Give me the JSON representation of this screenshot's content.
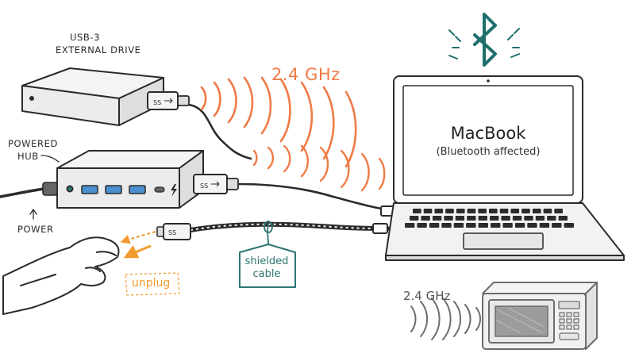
{
  "labels": {
    "drive_line1": "USB-3",
    "drive_line2": "EXTERNAL DRIVE",
    "hub_line1": "POWERED",
    "hub_line2": "HUB",
    "power": "POWER",
    "freq_wifi": "2.4 GHz",
    "laptop_name": "MacBook",
    "laptop_note": "(Bluetooth affected)",
    "tag_line1": "shielded",
    "tag_line2": "cable",
    "unplug": "unplug",
    "freq_microwave": "2.4 GHz"
  },
  "port_labels": {
    "drive_plug": "SS",
    "hub_plug": "SS",
    "cable_plug": "SS"
  },
  "colors": {
    "ink": "#2b2b2b",
    "signal_orange": "#f07a45",
    "bluetooth_teal": "#1f6f6c",
    "usb_blue": "#4a8fd0",
    "tag_teal": "#2c7573",
    "unplug_orange": "#f29a2e",
    "microwave_gray": "#6d6d6d"
  },
  "icons": [
    "bluetooth-icon",
    "usb-symbol-icon",
    "thunderbolt-icon",
    "hand-icon",
    "arrow-icon"
  ]
}
